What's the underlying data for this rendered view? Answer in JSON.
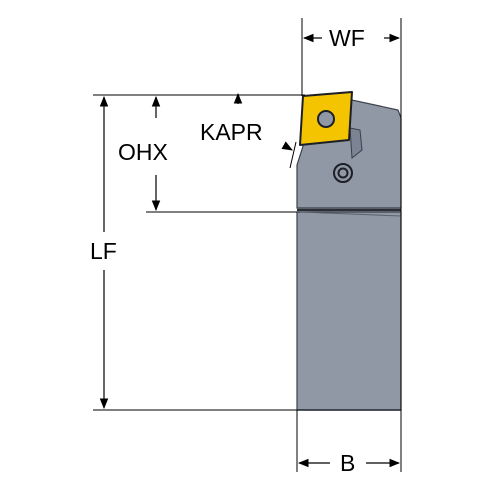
{
  "labels": {
    "wf": "WF",
    "kapr": "KAPR",
    "ohx": "OHX",
    "lf": "LF",
    "b": "B"
  },
  "colors": {
    "body_fill": "#9098A6",
    "body_stroke": "#3a3f4a",
    "insert_fill": "#F5C400",
    "dimension_line": "#000000",
    "background": "#ffffff"
  },
  "icons": {
    "insert": "square-insert-icon",
    "screw": "screw-hole-icon",
    "clamp_screw": "clamp-screw-icon"
  }
}
